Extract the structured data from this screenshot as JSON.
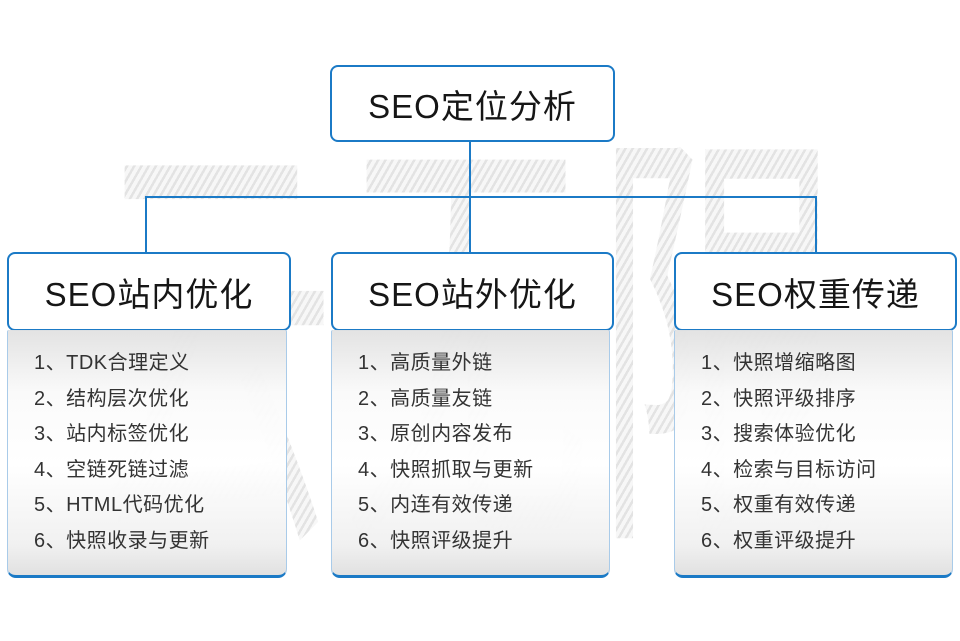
{
  "diagram": {
    "root": {
      "label": "SEO定位分析"
    },
    "watermark": {
      "char1": "云",
      "char2": "无",
      "char3": "限"
    },
    "colors": {
      "accent_blue": "#1b7ac6",
      "panel_side_border": "#a9cbe9",
      "header_text": "#161616",
      "list_text": "#333333",
      "watermark_gray": "#ebebeb"
    },
    "columns": [
      {
        "title": "SEO站内优化",
        "items": [
          "1、TDK合理定义",
          "2、结构层次优化",
          "3、站内标签优化",
          "4、空链死链过滤",
          "5、HTML代码优化",
          "6、快照收录与更新"
        ]
      },
      {
        "title": "SEO站外优化",
        "items": [
          "1、高质量外链",
          "2、高质量友链",
          "3、原创内容发布",
          "4、快照抓取与更新",
          "5、内连有效传递",
          "6、快照评级提升"
        ]
      },
      {
        "title": "SEO权重传递",
        "items": [
          "1、快照增缩略图",
          "2、快照评级排序",
          "3、搜索体验优化",
          "4、检索与目标访问",
          "5、权重有效传递",
          "6、权重评级提升"
        ]
      }
    ]
  }
}
